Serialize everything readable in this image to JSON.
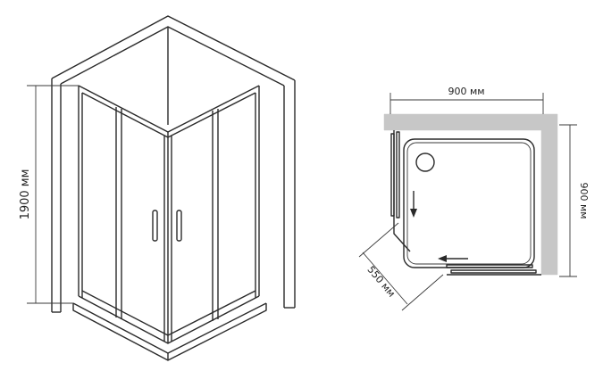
{
  "isometric": {
    "height_label": "1900 мм"
  },
  "plan": {
    "width_label": "900 мм",
    "depth_label": "900 мм",
    "entrance_label": "550 мм"
  },
  "colors": {
    "wall_fill": "#c7c7c7",
    "line": "#2a2a2a",
    "background": "#ffffff"
  }
}
